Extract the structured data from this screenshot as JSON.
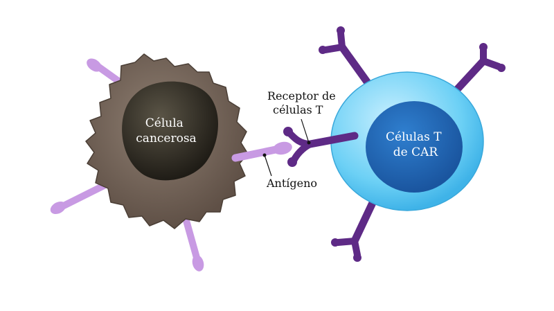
{
  "labels": {
    "cancer_cell": [
      "Célula",
      "cancerosa"
    ],
    "receptor": [
      "Receptor de",
      "células T"
    ],
    "antigen": "Antígeno",
    "car_t_cell": [
      "Células T",
      "de CAR"
    ]
  },
  "colors": {
    "cancer_body": "#7a6a5e",
    "cancer_nucleus": "#2e2a22",
    "antigen": "#c89ae3",
    "receptor": "#5e2a86",
    "tcell_outer": "#4fbfef",
    "tcell_nucleus": "#1d66b8",
    "label_text": "#111111",
    "inner_label_text": "#ffffff"
  }
}
